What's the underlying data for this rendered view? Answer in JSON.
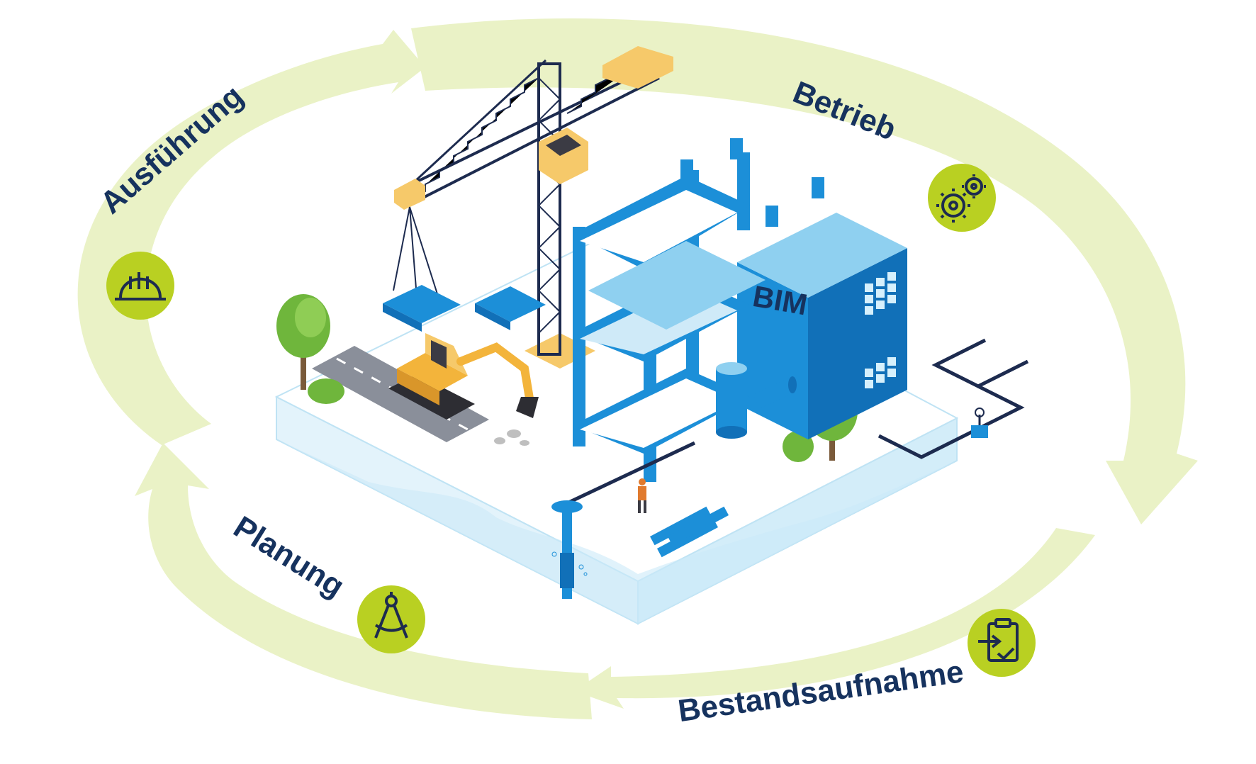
{
  "colors": {
    "ring": "#eaf2c6",
    "badge": "#b9d022",
    "badge_icon": "#1d2b4f",
    "label": "#16325e",
    "building": "#1c8fd8",
    "building_dark": "#1170b8",
    "building_light": "#8fd0f0",
    "crane": "#1d2b4f",
    "crane_yellow": "#f6c96a",
    "ground": "#ffffff",
    "ground_edge": "#bfe3f4",
    "road": "#8a8f9a",
    "tree": "#7cc343",
    "pipe": "#1d2b4f"
  },
  "phases": [
    {
      "key": "ausfuehrung",
      "label": "Ausführung",
      "icon": "hard-hat-icon"
    },
    {
      "key": "betrieb",
      "label": "Betrieb",
      "icon": "gears-icon"
    },
    {
      "key": "bestandsaufnahme",
      "label": "Bestandsaufnahme",
      "icon": "clipboard-check-icon"
    },
    {
      "key": "planung",
      "label": "Planung",
      "icon": "compass-icon"
    }
  ],
  "building": {
    "label": "BIM"
  }
}
